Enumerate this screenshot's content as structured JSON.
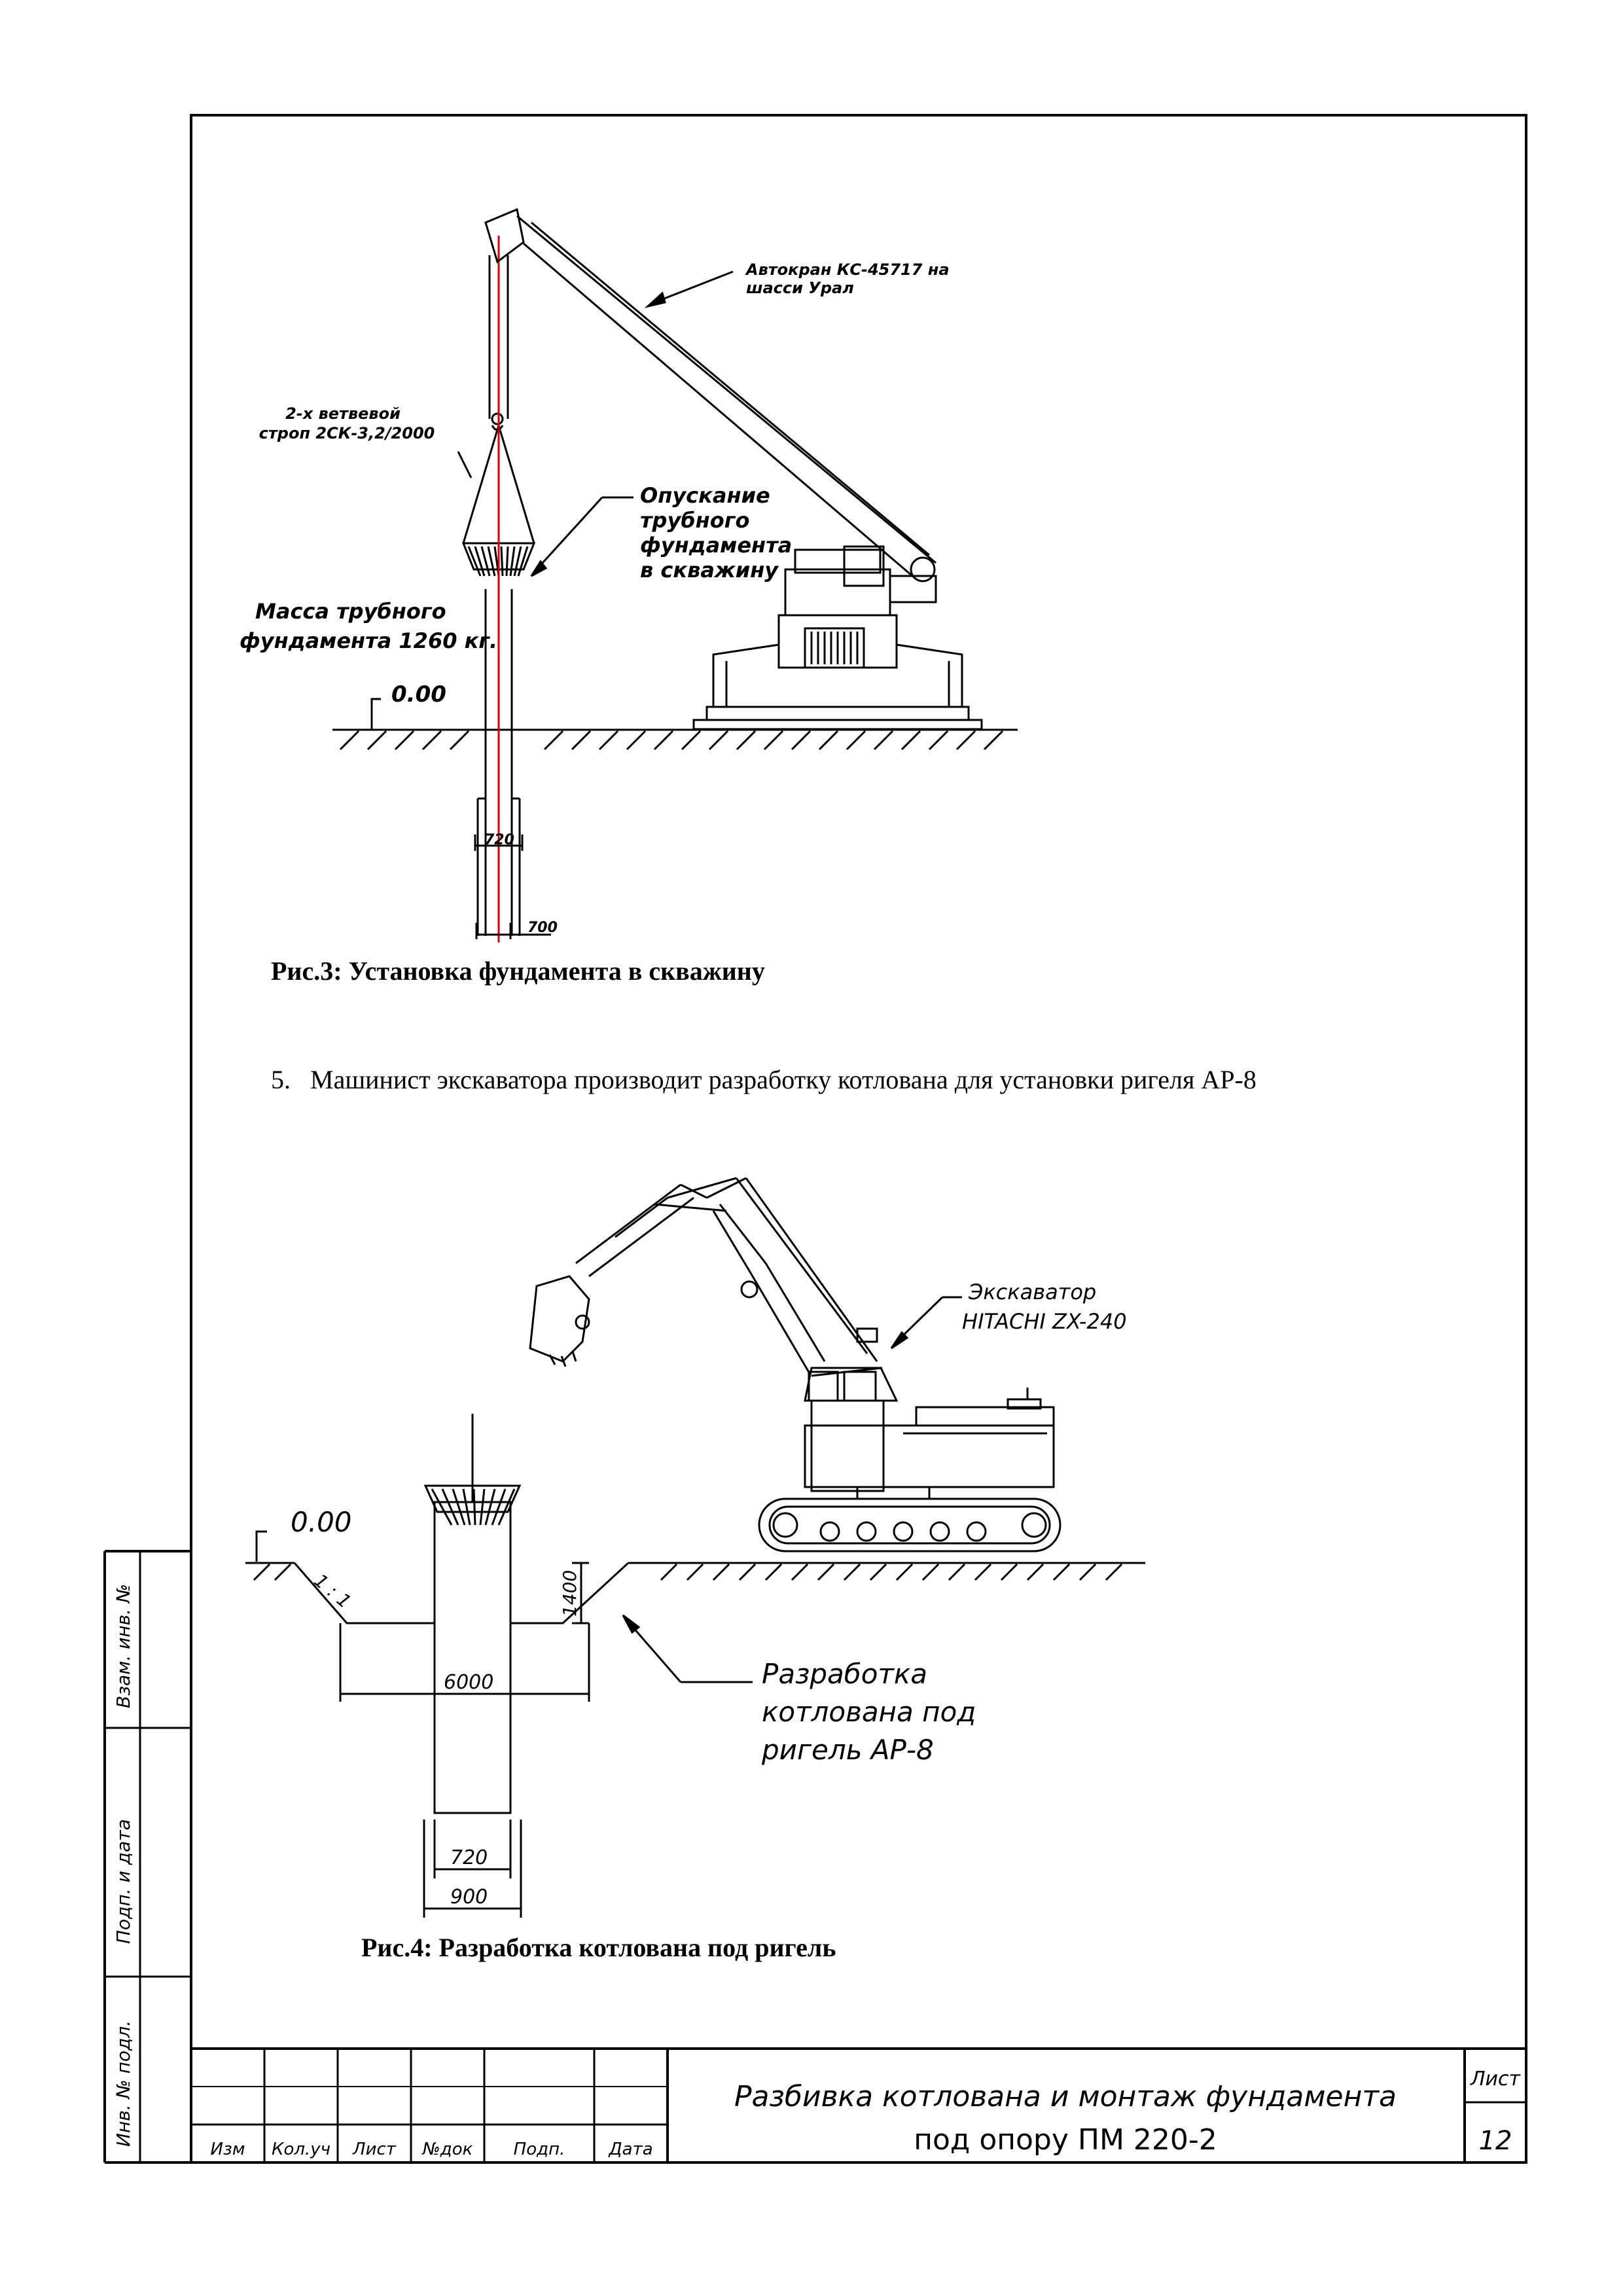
{
  "figure3": {
    "crane_label": [
      "Автокран КС-45717 на",
      "шасси Урал"
    ],
    "sling_label": [
      "2-х ветвевой",
      "строп 2СК-3,2/2000"
    ],
    "lowering_label": [
      "Опускание",
      "трубного",
      "фундамента",
      "в скважину"
    ],
    "mass_label": [
      "Масса трубного",
      "фундамента 1260 кг."
    ],
    "level": "0.00",
    "dim_720": "720",
    "dim_700": "700",
    "caption": "Рис.3: Установка фундамента в скважину"
  },
  "paragraph": {
    "number": "5.",
    "text": "Машинист экскаватора производит разработку котлована для установки ригеля АР-8"
  },
  "figure4": {
    "excavator_label": [
      "Экскаватор",
      "HITACHI ZX-240"
    ],
    "level": "0.00",
    "slope": "1 : 1",
    "dim_1400": "1400",
    "dim_6000": "6000",
    "dim_720": "720",
    "dim_900": "900",
    "pit_label": [
      "Разработка",
      "котлована под",
      "ригель АР-8"
    ],
    "caption": "Рис.4: Разработка котлована под ригель"
  },
  "side_stamp": {
    "vzam": "Взам. инв. №",
    "podp": "Подп. и дата",
    "inv": "Инв. № подл."
  },
  "title_block": {
    "columns": [
      "Изм",
      "Кол.уч",
      "Лист",
      "№док",
      "Подп.",
      "Дата"
    ],
    "title_line1": "Разбивка котлована и монтаж фундамента",
    "title_line2": "под опору ПМ 220-2",
    "sheet_label": "Лист",
    "sheet_number": "12"
  }
}
